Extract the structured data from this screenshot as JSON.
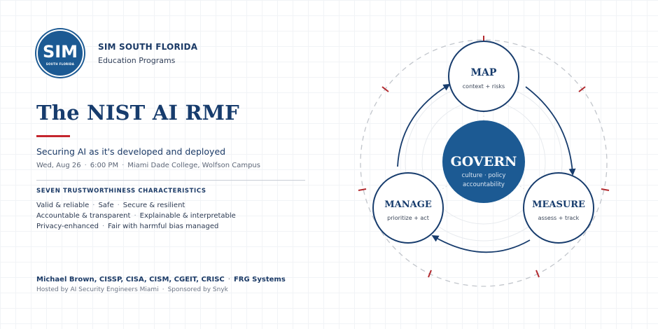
{
  "org": {
    "logo_text": "SIM",
    "logo_subtext": "SOUTH FLORIDA",
    "name": "SIM SOUTH FLORIDA",
    "subtitle": "Education Programs"
  },
  "event": {
    "title": "The NIST AI RMF",
    "subtitle": "Securing AI as it's developed and deployed",
    "date": "Wed, Aug 26",
    "time": "6:00 PM",
    "location": "Miami Dade College, Wolfson Campus"
  },
  "characteristics": {
    "heading": "SEVEN TRUSTWORTHINESS CHARACTERISTICS",
    "lines": [
      [
        "Valid & reliable",
        "Safe",
        "Secure & resilient"
      ],
      [
        "Accountable & transparent",
        "Explainable & interpretable"
      ],
      [
        "Privacy-enhanced",
        "Fair with harmful bias managed"
      ]
    ]
  },
  "speaker": {
    "name": "Michael Brown, CISSP, CISA, CISM, CGEIT, CRISC",
    "company": "FRG Systems",
    "hosted": "Hosted by AI Security Engineers Miami",
    "sponsor": "Sponsored by Snyk"
  },
  "diagram": {
    "center": {
      "title": "GOVERN",
      "line1": "culture · policy",
      "line2": "accountability"
    },
    "nodes": [
      {
        "id": "map",
        "title": "MAP",
        "subtitle": "context + risks"
      },
      {
        "id": "measure",
        "title": "MEASURE",
        "subtitle": "assess + track"
      },
      {
        "id": "manage",
        "title": "MANAGE",
        "subtitle": "prioritize + act"
      }
    ]
  },
  "colors": {
    "navy": "#173c6d",
    "govern_fill": "#1c5a93",
    "accent_red": "#c4262e",
    "muted": "#5c6677"
  },
  "separator": "·"
}
